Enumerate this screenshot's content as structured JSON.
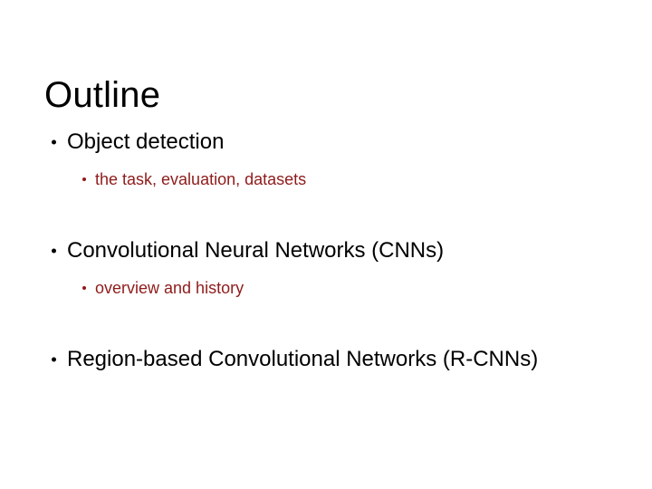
{
  "slide": {
    "title": "Outline",
    "colors": {
      "background": "#ffffff",
      "title_text": "#000000",
      "level1_text": "#000000",
      "level2_text": "#8f1b1b",
      "level1_bullet": "#000000",
      "level2_bullet": "#8f1b1b"
    },
    "outline": [
      {
        "level1": "Object detection",
        "level2": "the task, evaluation, datasets"
      },
      {
        "level1": "Convolutional Neural Networks (CNNs)",
        "level2": "overview and history"
      },
      {
        "level1": "Region-based Convolutional Networks (R-CNNs)",
        "level2": null
      }
    ]
  }
}
